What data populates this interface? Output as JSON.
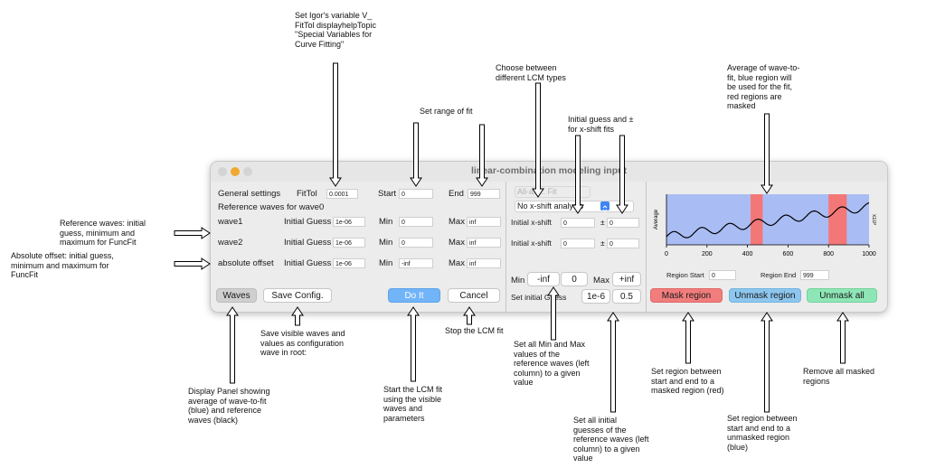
{
  "window": {
    "title": "linear-combination modeling input"
  },
  "general": {
    "section_label": "General settings",
    "fittol_label": "FitTol",
    "fittol_value": "0.0001",
    "start_label": "Start",
    "start_value": "0",
    "end_label": "End",
    "end_value": "999",
    "ref_waves_label": "Reference waves for wave0"
  },
  "rows": [
    {
      "name": "wave1",
      "guess_label": "Initial Guess",
      "guess": "1e-06",
      "min_label": "Min",
      "min": "0",
      "max_label": "Max",
      "max": "inf"
    },
    {
      "name": "wave2",
      "guess_label": "Initial Guess",
      "guess": "1e-06",
      "min_label": "Min",
      "min": "0",
      "max_label": "Max",
      "max": "inf"
    },
    {
      "name": "absolute offset",
      "guess_label": "Initial Guess",
      "guess": "1e-06",
      "min_label": "Min",
      "min": "-inf",
      "max_label": "Max",
      "max": "inf"
    }
  ],
  "buttons": {
    "waves": "Waves",
    "save": "Save Config.",
    "doit": "Do It",
    "cancel": "Cancel"
  },
  "middle": {
    "popup1": "All-at-... Fit",
    "popup2": "No x-shift analysis",
    "xshift_label": "Initial x-shift",
    "xshift1": "0",
    "pm": "±",
    "xshift1_pm": "0",
    "xshift2": "0",
    "xshift2_pm": "0",
    "min_label": "Min",
    "min_value": "-inf",
    "min_set": "0",
    "max_label": "Max",
    "max_value": "+inf",
    "setguess_label": "Set initial Guess",
    "setguess_value": "1e-6",
    "setguess_set": "0.5"
  },
  "right": {
    "region_start_label": "Region Start",
    "region_start": "0",
    "region_end_label": "Region End",
    "region_end": "999",
    "mask_btn": "Mask region",
    "unmask_btn": "Unmask region",
    "unmask_all_btn": "Unmask all"
  },
  "chart_data": {
    "type": "line",
    "ylabel": "Average",
    "y_exponent_label": "x10³",
    "xlim": [
      0,
      1000
    ],
    "x_ticks": [
      "0",
      "200",
      "400",
      "600",
      "800",
      "1000"
    ],
    "masked_regions": [
      [
        415,
        475
      ],
      [
        800,
        890
      ]
    ],
    "colors": {
      "unmasked": "#a9bdf4",
      "masked": "#f47777",
      "line": "#000000"
    }
  },
  "annotations": {
    "fittol": "Set Igor's variable V_\nFitTol displayhelpTopic\n\"Special Variables for\nCurve Fitting\"",
    "range": "Set range of fit",
    "lcm_types": "Choose between\ndifferent LCM types",
    "guess_xshift": "Initial guess and ±\nfor x-shift fits",
    "average": "Average of wave-to-\nfit, blue region will\nbe used for the fit,\nred regions are\nmasked",
    "ref_waves": "Reference waves: initial\nguess, minimum and\nmaximum for FuncFit",
    "abs_offset": "Absolute offset: initial guess,\nminimum and maximum for\nFuncFit",
    "save": "Save visible waves and\nvalues as configuration\nwave in root:",
    "stop": "Stop the LCM fit",
    "set_minmax": "Set all Min and Max\nvalues of the\nreference waves (left\ncolumn) to a given\nvalue",
    "mask": "Set region between\nstart and end to a\nmasked region (red)",
    "remove": "Remove all masked\nregions",
    "display": "Display Panel showing\naverage of wave-to-fit\n(blue) and reference\nwaves (black)",
    "start_fit": "Start the LCM fit\nusing the visible\nwaves and\nparameters",
    "unmask": "Set region between\nstart and end to a\nunmasked region\n(blue)",
    "set_guess": "Set all initial\nguesses of the\nreference waves (left\ncolumn) to a given\nvalue"
  }
}
